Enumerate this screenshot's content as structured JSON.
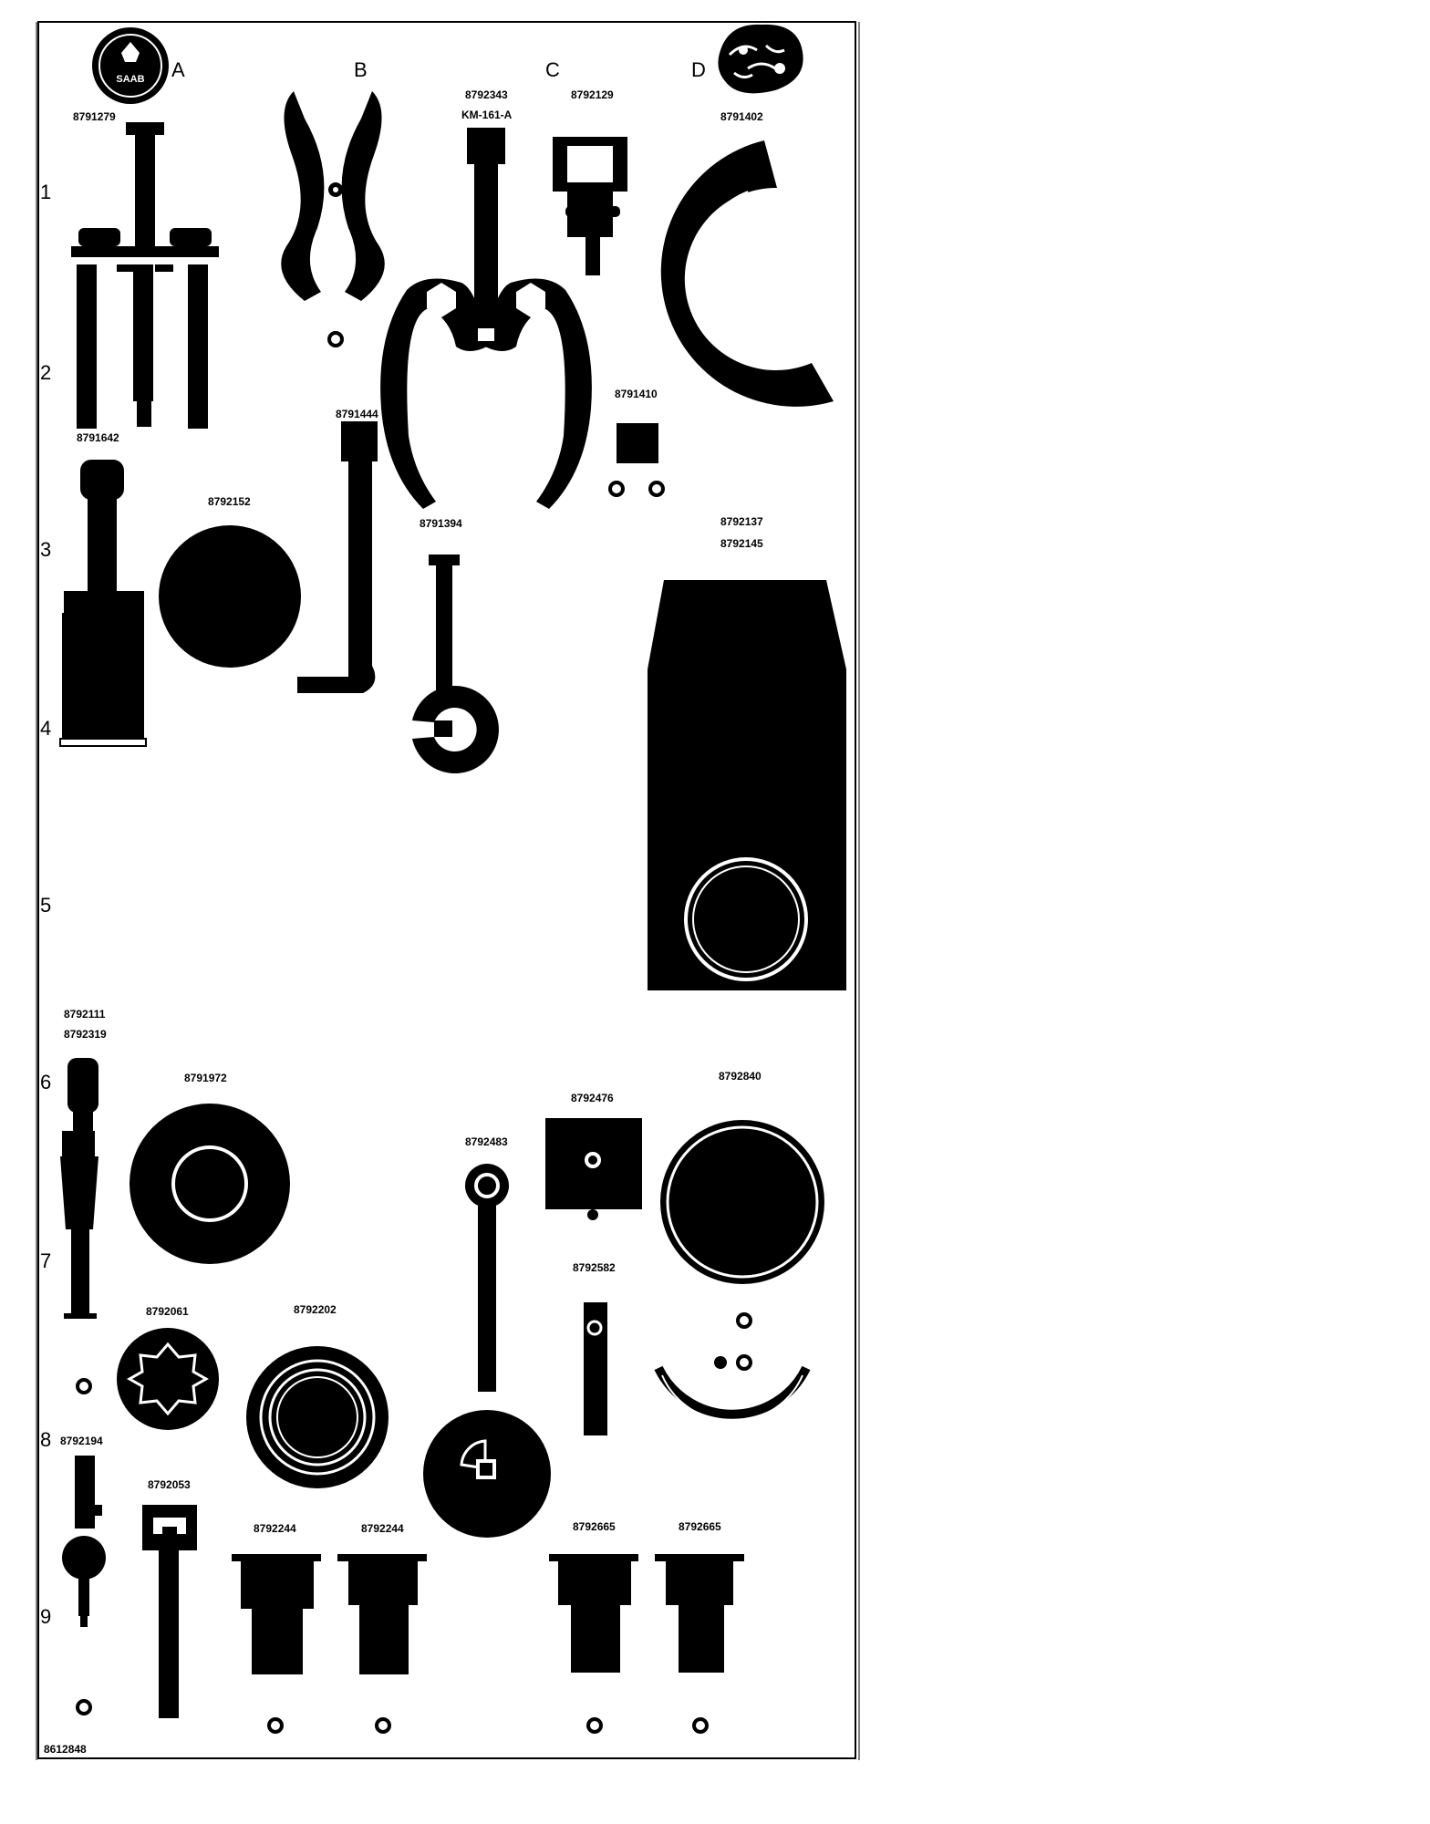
{
  "brand": {
    "logo_text": "SAAB"
  },
  "columns": [
    "A",
    "B",
    "C",
    "D"
  ],
  "rows": [
    "1",
    "2",
    "3",
    "4",
    "5",
    "6",
    "7",
    "8",
    "9"
  ],
  "parts": {
    "p8791279": "8791279",
    "p8792343": "8792343",
    "pKM161A": "KM-161-A",
    "p8792129": "8792129",
    "p8791402": "8791402",
    "p8791444": "8791444",
    "p8791410": "8791410",
    "p8791642": "8791642",
    "p8792152": "8792152",
    "p8791394": "8791394",
    "p8792137": "8792137",
    "p8792145": "8792145",
    "p8792111": "8792111",
    "p8792319": "8792319",
    "p8791972": "8791972",
    "p8792476": "8792476",
    "p8792840": "8792840",
    "p8792483": "8792483",
    "p8792582": "8792582",
    "p8792061": "8792061",
    "p8792202": "8792202",
    "p8792194": "8792194",
    "p8792053": "8792053",
    "p8792244a": "8792244",
    "p8792244b": "8792244",
    "p8792665a": "8792665",
    "p8792665b": "8792665"
  },
  "document_number": "8612848"
}
